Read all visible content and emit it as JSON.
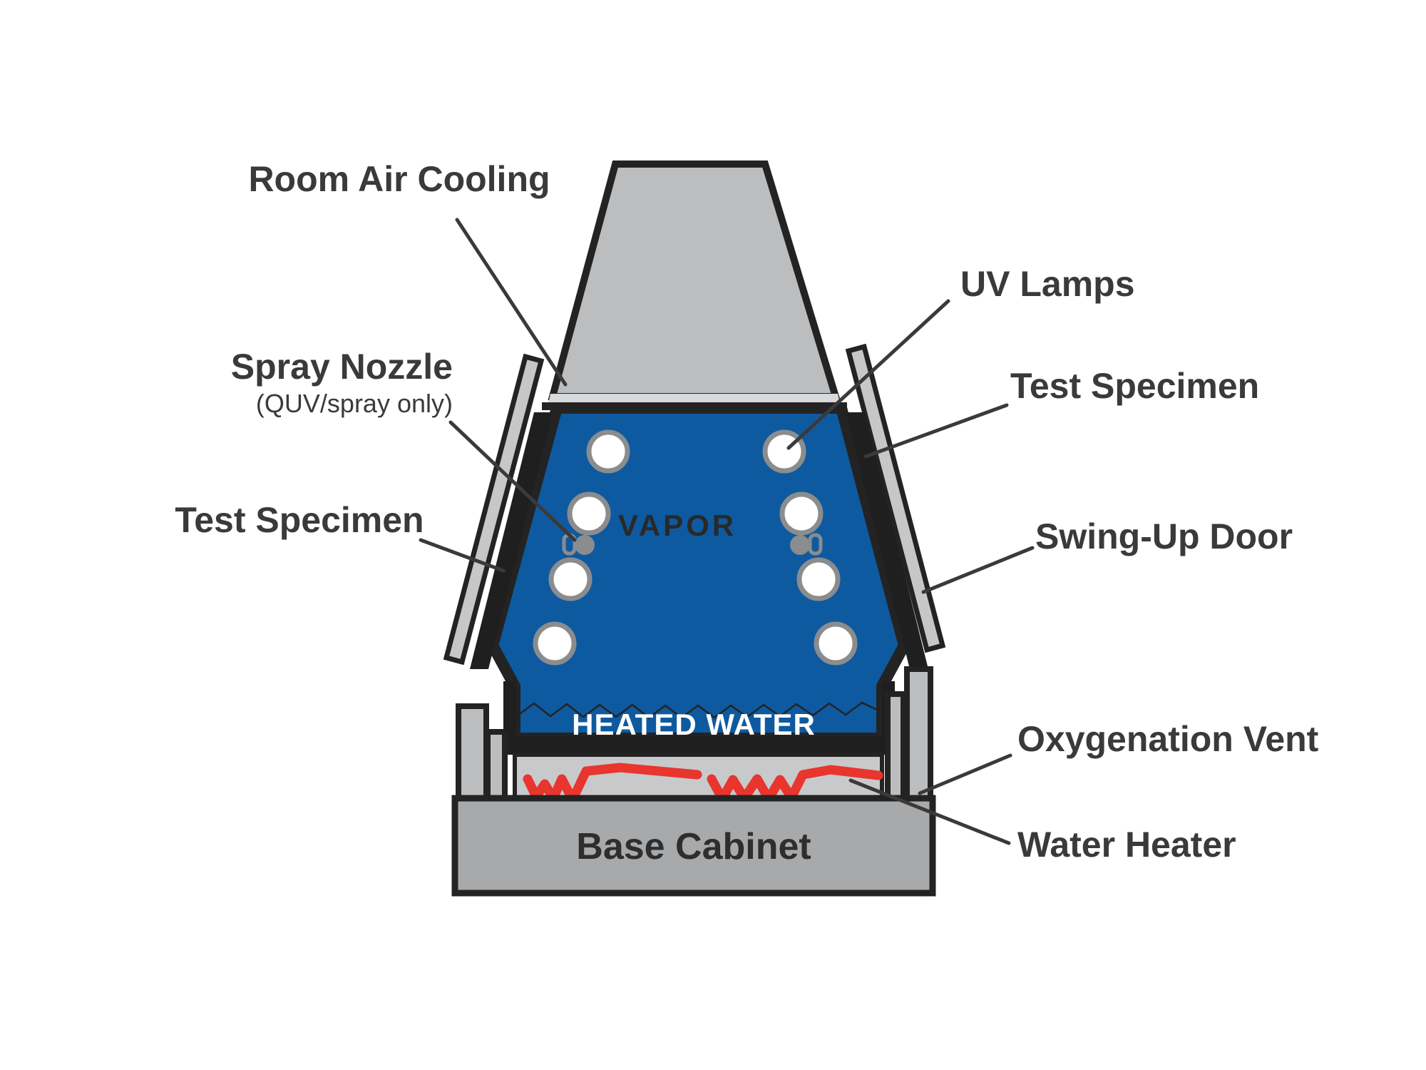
{
  "labels": {
    "room_air_cooling": "Room Air Cooling",
    "spray_nozzle": "Spray Nozzle",
    "spray_nozzle_note": "(QUV/spray only)",
    "test_specimen_left": "Test Specimen",
    "uv_lamps": "UV Lamps",
    "test_specimen_right": "Test Specimen",
    "swing_up_door": "Swing-Up Door",
    "oxygenation_vent": "Oxygenation Vent",
    "water_heater": "Water Heater"
  },
  "chamber": {
    "vapor": "VAPOR",
    "heated_water": "HEATED WATER"
  },
  "base": {
    "base_cabinet": "Base Cabinet"
  },
  "icons": {
    "uv_lamp_count": 8,
    "spray_nozzle_count": 2
  },
  "colors": {
    "chamber_blue": "#0e5aa0",
    "duct_gray": "#bcbdbf",
    "door_gray": "#c6c7c9",
    "cabinet_gray": "#a7a9ab",
    "heater_bay_gray": "#c8c9cb",
    "heater_red": "#e8352d",
    "outline_dark": "#232323",
    "specimen_black": "#1f1f1f",
    "label_gray": "#3a3a3a",
    "lamp_ring_gray": "#8a8c8e"
  }
}
